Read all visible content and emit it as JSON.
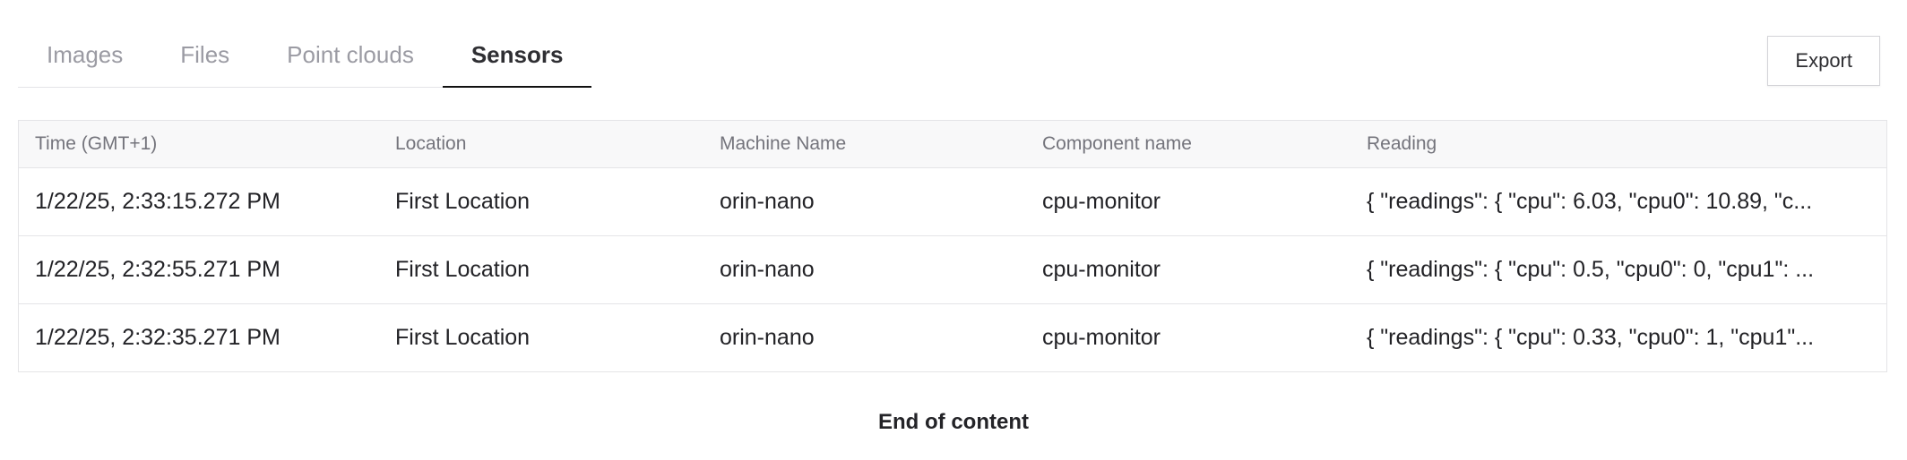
{
  "tabs": [
    {
      "label": "Images"
    },
    {
      "label": "Files"
    },
    {
      "label": "Point clouds"
    },
    {
      "label": "Sensors"
    }
  ],
  "toolbar": {
    "export_label": "Export"
  },
  "table": {
    "columns": [
      "Time (GMT+1)",
      "Location",
      "Machine Name",
      "Component name",
      "Reading"
    ],
    "rows": [
      [
        "1/22/25, 2:33:15.272 PM",
        "First Location",
        "orin-nano",
        "cpu-monitor",
        "{ \"readings\": { \"cpu\": 6.03, \"cpu0\": 10.89, \"c..."
      ],
      [
        "1/22/25, 2:32:55.271 PM",
        "First Location",
        "orin-nano",
        "cpu-monitor",
        "{ \"readings\": { \"cpu\": 0.5, \"cpu0\": 0, \"cpu1\": ..."
      ],
      [
        "1/22/25, 2:32:35.271 PM",
        "First Location",
        "orin-nano",
        "cpu-monitor",
        "{ \"readings\": { \"cpu\": 0.33, \"cpu0\": 1, \"cpu1\"..."
      ]
    ]
  },
  "footer": {
    "end_label": "End of content"
  },
  "colors": {
    "active_tab_underline": "#111111",
    "inactive_tab_text": "#9b9ba3",
    "table_border": "#e4e4e7",
    "header_bg": "#f8f8f9",
    "header_text": "#74747c"
  }
}
